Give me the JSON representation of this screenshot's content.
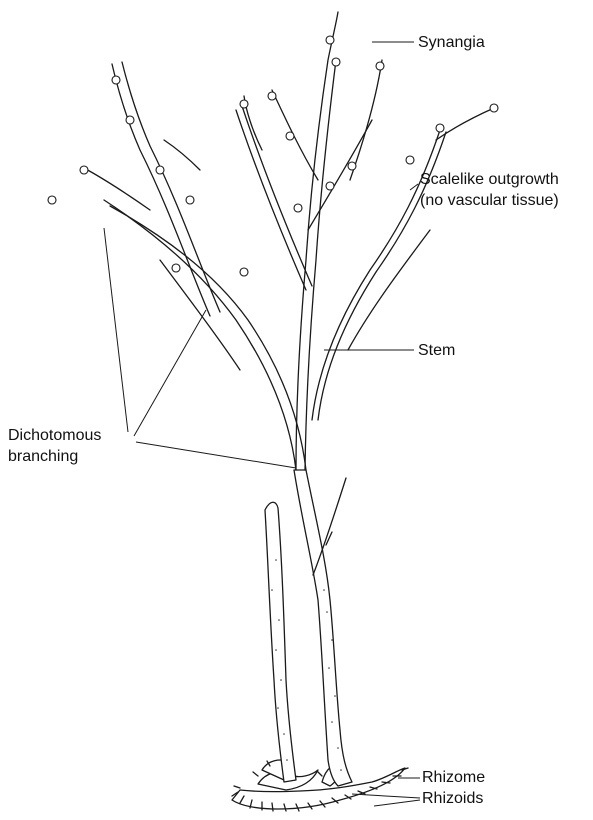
{
  "labels": {
    "synangia": "Synangia",
    "scalelike_line1": "Scalelike outgrowth",
    "scalelike_line2": "(no vascular tissue)",
    "stem": "Stem",
    "dichotomous_line1": "Dichotomous",
    "dichotomous_line2": "branching",
    "rhizome": "Rhizome",
    "rhizoids": "Rhizoids"
  }
}
